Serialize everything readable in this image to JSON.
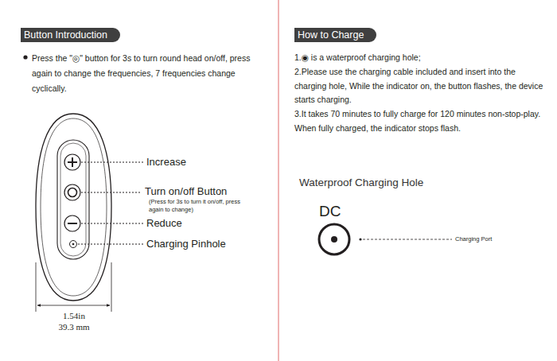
{
  "diagram": {
    "nodes": [
      {
        "text": [
          "Button Introduction"
        ]
      },
      {
        "text": [
          "How to Charge"
        ]
      }
    ],
    "labels": [
      "Press the \"◎\" button for 3s to turn round head on/off, press again to change the frequencies, 7 frequencies change cyclically.",
      "Increase",
      "Turn on/off Button",
      "(Press for 3s to turn it on/off, press again to change)",
      "Reduce",
      "Charging Pinhole",
      "1.54in",
      "39.3 mm",
      "1.◉ is a waterproof charging hole;",
      "2.Please use the charging cable included and insert into the charging hole, While the indicator on, the button flashes, the device starts charging.",
      "3.It takes 70 minutes to fully charge for 120 minutes non-stop-play. When fully charged, the indicator stops flash.",
      "Waterproof Charging Hole",
      "DC",
      "Charging Port"
    ]
  }
}
